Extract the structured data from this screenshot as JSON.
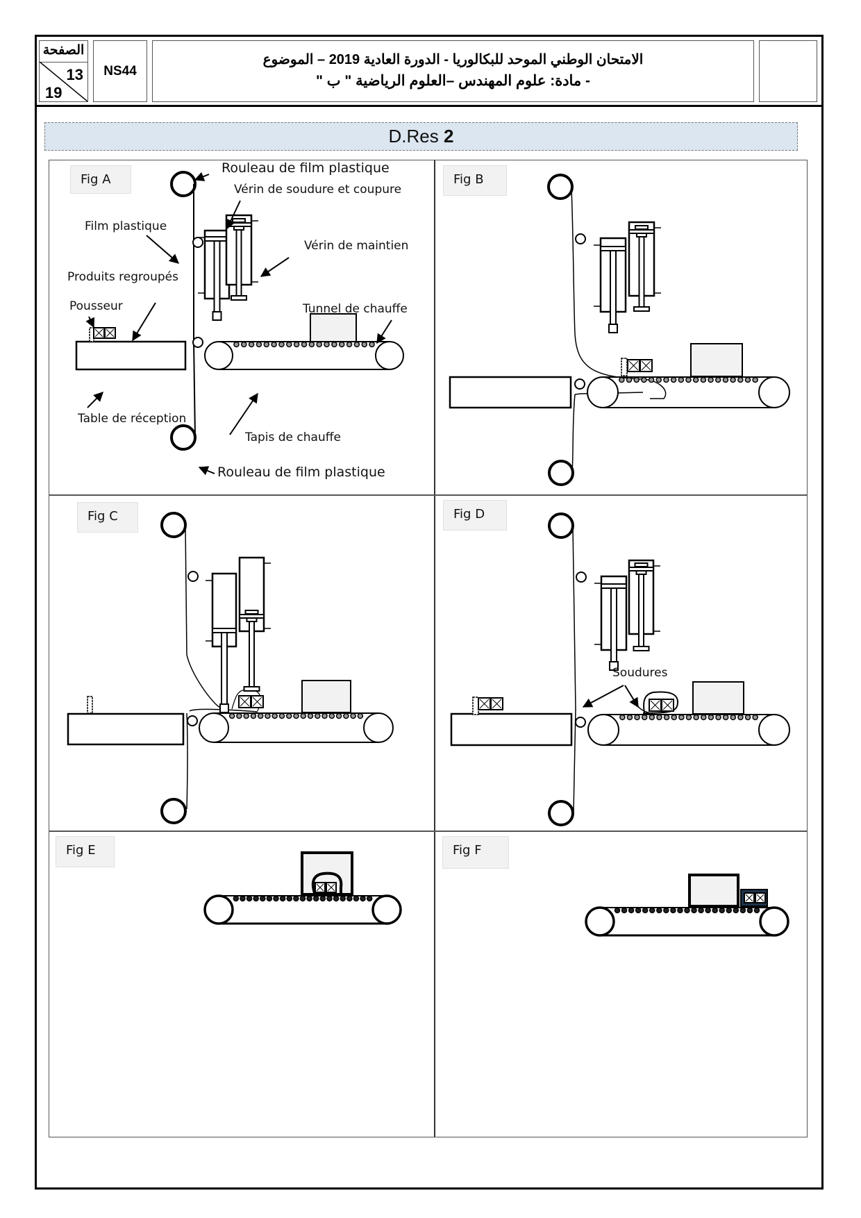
{
  "header": {
    "page_label": "الصفحة",
    "page_current": "13",
    "page_total": "19",
    "exam_code": "NS44",
    "title_line1": "الامتحان الوطني الموحد للبكالوريا - الدورة العادية 2019 – الموضوع",
    "title_line2": "- مادة: علوم المهندس –العلوم الرياضية \" ب \""
  },
  "section": {
    "prefix": "D.Res ",
    "number": "2",
    "background": "#dce6f1"
  },
  "figures": [
    {
      "id": "A",
      "label": "Fig A",
      "annotations": [
        "Rouleau de film plastique",
        "Vérin de soudure et coupure",
        "Film plastique",
        "Vérin de maintien",
        "Produits regroupés",
        "Pousseur",
        "Tunnel de chauffe",
        "Table de réception",
        "Tapis de chauffe",
        "Rouleau de film plastique"
      ]
    },
    {
      "id": "B",
      "label": "Fig B",
      "annotations": []
    },
    {
      "id": "C",
      "label": "Fig C",
      "annotations": []
    },
    {
      "id": "D",
      "label": "Fig D",
      "annotations": [
        "Soudures"
      ]
    },
    {
      "id": "E",
      "label": "Fig E",
      "annotations": []
    },
    {
      "id": "F",
      "label": "Fig F",
      "annotations": []
    }
  ],
  "colors": {
    "tunnel_fill": "#f2f2f2",
    "roller_fill": "#999999",
    "label_bg": "#f2f2f2"
  }
}
